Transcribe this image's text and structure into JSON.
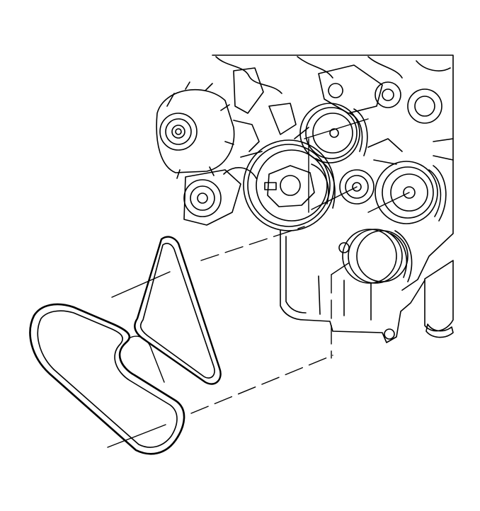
{
  "figure": {
    "background": "#ffffff",
    "ink": "#000000",
    "components": [
      "engine-block-assembly",
      "generator",
      "belt-tensioner",
      "crankshaft-balancer",
      "water-pump-pulley",
      "power-steering-pulley",
      "idler-pulley",
      "ac-compressor-pulley",
      "oil-pan",
      "oil-filter",
      "front-drive-belt",
      "secondary-drive-belt"
    ],
    "labels": []
  }
}
